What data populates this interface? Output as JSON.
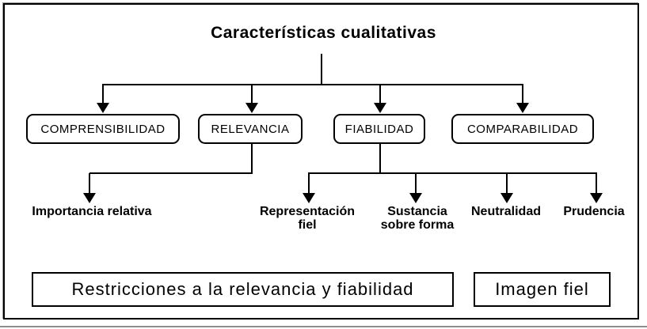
{
  "diagram": {
    "title": "Características cualitativas",
    "colors": {
      "line": "#000000",
      "background": "#ffffff",
      "text": "#000000",
      "frame_shadow": "#8f8f8f"
    },
    "level1": [
      {
        "label": "COMPRENSIBILIDAD"
      },
      {
        "label": "RELEVANCIA"
      },
      {
        "label": "FIABILIDAD"
      },
      {
        "label": "COMPARABILIDAD"
      }
    ],
    "level2": [
      {
        "label": "Importancia relativa",
        "parent": "RELEVANCIA"
      },
      {
        "label": "Representación\nfiel",
        "parent": "FIABILIDAD"
      },
      {
        "label": "Sustancia\nsobre forma",
        "parent": "FIABILIDAD"
      },
      {
        "label": "Neutralidad",
        "parent": "FIABILIDAD"
      },
      {
        "label": "Prudencia",
        "parent": "FIABILIDAD"
      }
    ],
    "bottom": [
      {
        "label": "Restricciones a la relevancia y fiabilidad"
      },
      {
        "label": "Imagen fiel"
      }
    ]
  }
}
